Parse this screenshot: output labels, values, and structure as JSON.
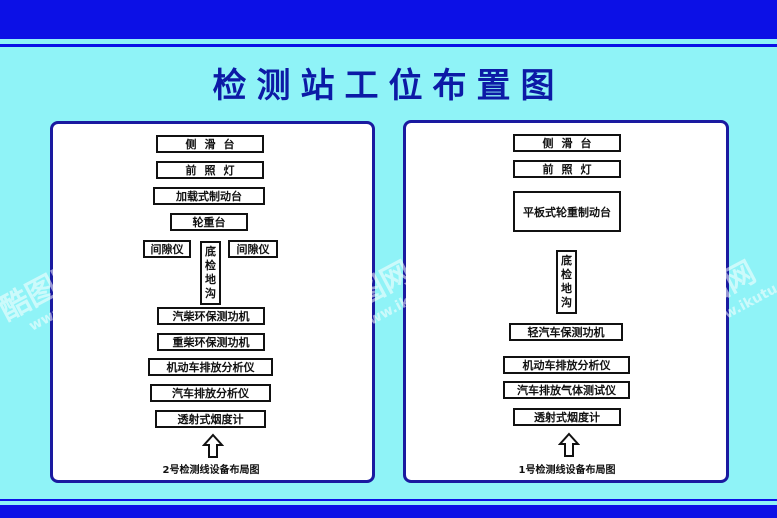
{
  "title": "检测站工位布置图",
  "line2": {
    "caption": "2号检测线设备布局图",
    "stations": [
      "侧滑台",
      "前照灯",
      "加载式制动台",
      "轮重台",
      "间隙仪",
      "间隙仪",
      "底检地沟",
      "汽柴环保测功机",
      "重柴环保测功机",
      "机动车排放分析仪",
      "汽车排放分析仪",
      "透射式烟度计"
    ]
  },
  "line1": {
    "caption": "1号检测线设备布局图",
    "stations": [
      "侧滑台",
      "前照灯",
      "平板式轮重制动台",
      "底检地沟",
      "轻汽车保测功机",
      "机动车排放分析仪",
      "汽车排放气体测试仪",
      "透射式烟度计"
    ]
  },
  "watermark": {
    "logo": "酷图网",
    "url": "www.ikutu.com"
  },
  "colors": {
    "background": "#8ff3f7",
    "bar": "#0c10e6",
    "title": "#0c1aa6",
    "panel_border": "#1a1aa0"
  }
}
